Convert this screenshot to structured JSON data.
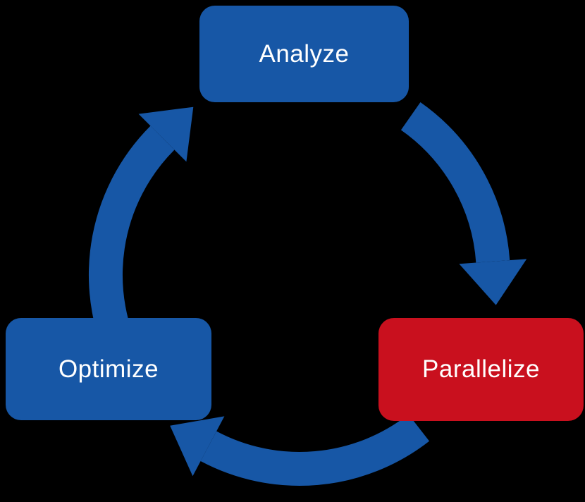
{
  "diagram": {
    "type": "cycle",
    "direction": "clockwise",
    "flow": [
      "Analyze",
      "Parallelize",
      "Optimize"
    ]
  },
  "nodes": [
    {
      "id": "analyze",
      "label": "Analyze",
      "color_key": "blue"
    },
    {
      "id": "parallelize",
      "label": "Parallelize",
      "color_key": "red"
    },
    {
      "id": "optimize",
      "label": "Optimize",
      "color_key": "blue"
    }
  ],
  "arrows": [
    {
      "id": "analyze-to-parallelize",
      "from": "Analyze",
      "to": "Parallelize",
      "color_key": "blue"
    },
    {
      "id": "parallelize-to-optimize",
      "from": "Parallelize",
      "to": "Optimize",
      "color_key": "blue"
    },
    {
      "id": "optimize-to-analyze",
      "from": "Optimize",
      "to": "Analyze",
      "color_key": "blue"
    }
  ],
  "colors": {
    "blue": "#1757a6",
    "red": "#c9101e",
    "text": "#ffffff",
    "background": "#000000"
  }
}
